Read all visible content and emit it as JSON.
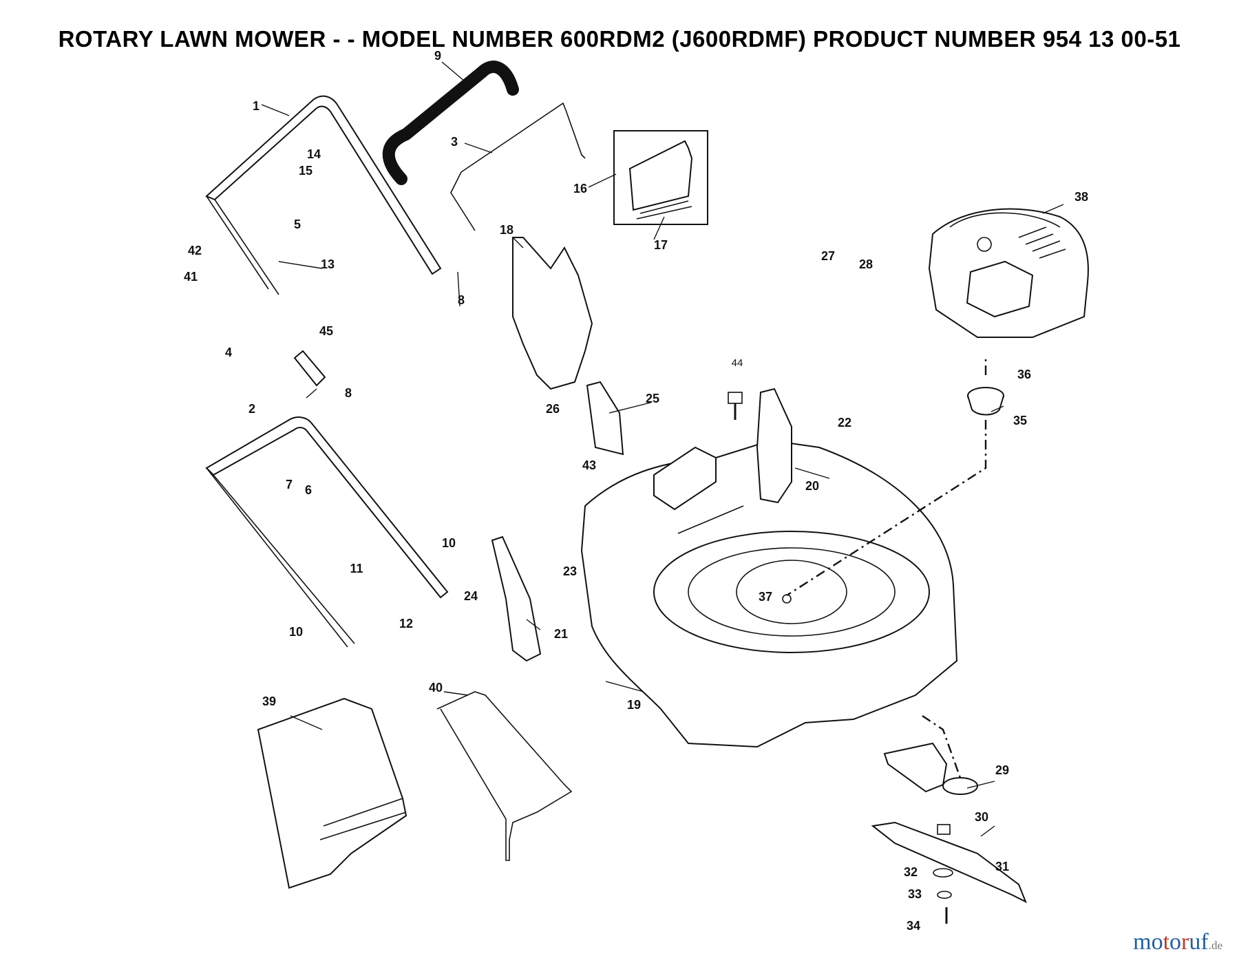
{
  "title": "ROTARY LAWN MOWER - - MODEL NUMBER 600RDM2 (J600RDMF) PRODUCT NUMBER 954 13 00-51",
  "watermark": {
    "brand": "motoruf",
    "tld": ".de",
    "color_main": "#1f5fa8",
    "color_accent": "#c0392b"
  },
  "callouts": [
    "1",
    "2",
    "3",
    "4",
    "5",
    "6",
    "7",
    "8",
    "8",
    "9",
    "10",
    "10",
    "11",
    "12",
    "13",
    "14",
    "15",
    "16",
    "17",
    "18",
    "19",
    "20",
    "21",
    "22",
    "23",
    "24",
    "25",
    "26",
    "27",
    "28",
    "29",
    "30",
    "31",
    "32",
    "33",
    "34",
    "35",
    "36",
    "37",
    "38",
    "39",
    "40",
    "41",
    "42",
    "43",
    "44",
    "45"
  ],
  "parts": {
    "upper_handle": "1",
    "lower_handle": "2",
    "bail": "3",
    "cable_clip": "4",
    "handle_grip": "9",
    "cable_control": "13",
    "catcher_bag": "39",
    "catcher_frame": "40",
    "chute": "18",
    "deck": "19",
    "height_bracket_right": "20",
    "height_bracket_left": "21",
    "engine": "38",
    "blade": "31",
    "blade_adapter": "29",
    "blade_bolt": "34"
  }
}
